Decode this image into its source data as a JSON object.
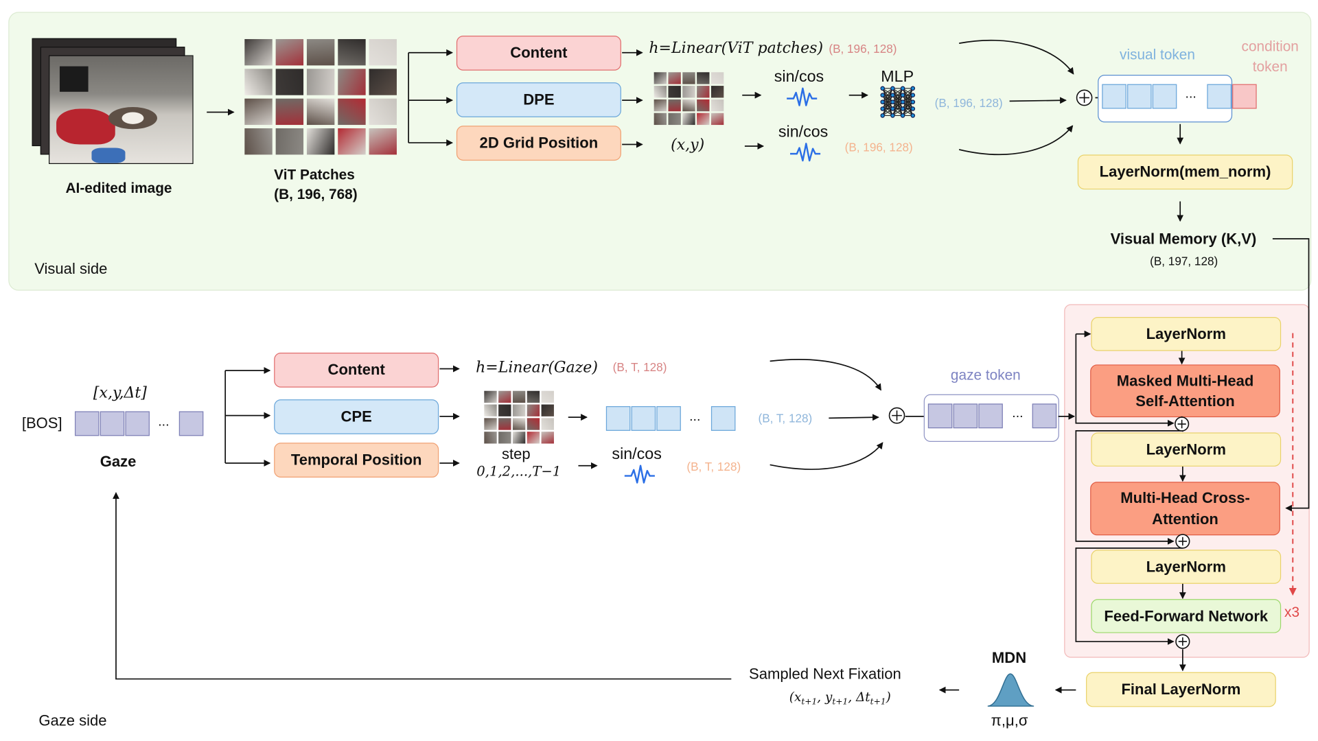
{
  "visual_side": {
    "panel_label": "Visual side",
    "input_label": "AI-edited image",
    "patches_title": "ViT Patches",
    "patches_shape": "(B, 196, 768)",
    "content_label": "Content",
    "dpe_label": "DPE",
    "grid_label": "2D Grid Position",
    "content_formula": "h=Linear(ViT patches)",
    "content_dim": "(B, 196, 128)",
    "dpe_sincos": "sin/cos",
    "mlp_label": "MLP",
    "dpe_dim": "(B, 196, 128)",
    "grid_xy": "(x,y)",
    "grid_sincos": "sin/cos",
    "grid_dim": "(B, 196, 128)",
    "visual_token_label": "visual token",
    "condition_token_label": "condition token",
    "ellipsis": "...",
    "mem_norm_label": "LayerNorm(mem_norm)",
    "memory_label": "Visual Memory (K,V)",
    "memory_dim": "(B, 197, 128)"
  },
  "gaze_side": {
    "panel_label": "Gaze side",
    "bos_label": "[BOS]",
    "gaze_formula": "[x,y,Δt]",
    "gaze_label": "Gaze",
    "ellipsis": "...",
    "content_label": "Content",
    "cpe_label": "CPE",
    "temporal_label": "Temporal Position",
    "content_formula": "h=Linear(Gaze)",
    "content_dim": "(B, T, 128)",
    "step_label": "step",
    "step_range": "0,1,2,...,T−1",
    "cpe_dim": "(B, T, 128)",
    "step_sincos": "sin/cos",
    "step_dim": "(B, T, 128)",
    "gaze_token_label": "gaze token"
  },
  "decoder": {
    "layernorm_1": "LayerNorm",
    "self_attention": "Masked Multi-Head Self-Attention",
    "layernorm_2": "LayerNorm",
    "cross_attention": "Multi-Head Cross-Attention",
    "layernorm_3": "LayerNorm",
    "ffn": "Feed-Forward Network",
    "repeat": "x3",
    "final_norm": "Final LayerNorm"
  },
  "output": {
    "mdn_label": "MDN",
    "mdn_params": "π,μ,σ",
    "sampled_label": "Sampled Next Fixation",
    "sampled_formula": "(x",
    "sampled_formula_parts": [
      "(x",
      "t+1",
      ", y",
      "t+1",
      ", Δt",
      "t+1",
      ")"
    ]
  },
  "colors": {
    "visual_panel": "#f1faeb",
    "decoder_panel": "#fdeeee",
    "content": "#fbd3d3",
    "position": "#d4e8f8",
    "grid_temporal": "#fdd7bd",
    "layernorm": "#fdf3c6",
    "attention": "#fb9e82",
    "ffn": "#e9f8d7",
    "wave": "#2b6fe6",
    "repeat_arrow": "#e04848"
  },
  "icons": [
    "cat-photo-stack-icon",
    "image-patch-grid-icon",
    "sine-wave-icon",
    "mlp-network-icon",
    "plus-circle-icon",
    "gaussian-curve-icon"
  ]
}
